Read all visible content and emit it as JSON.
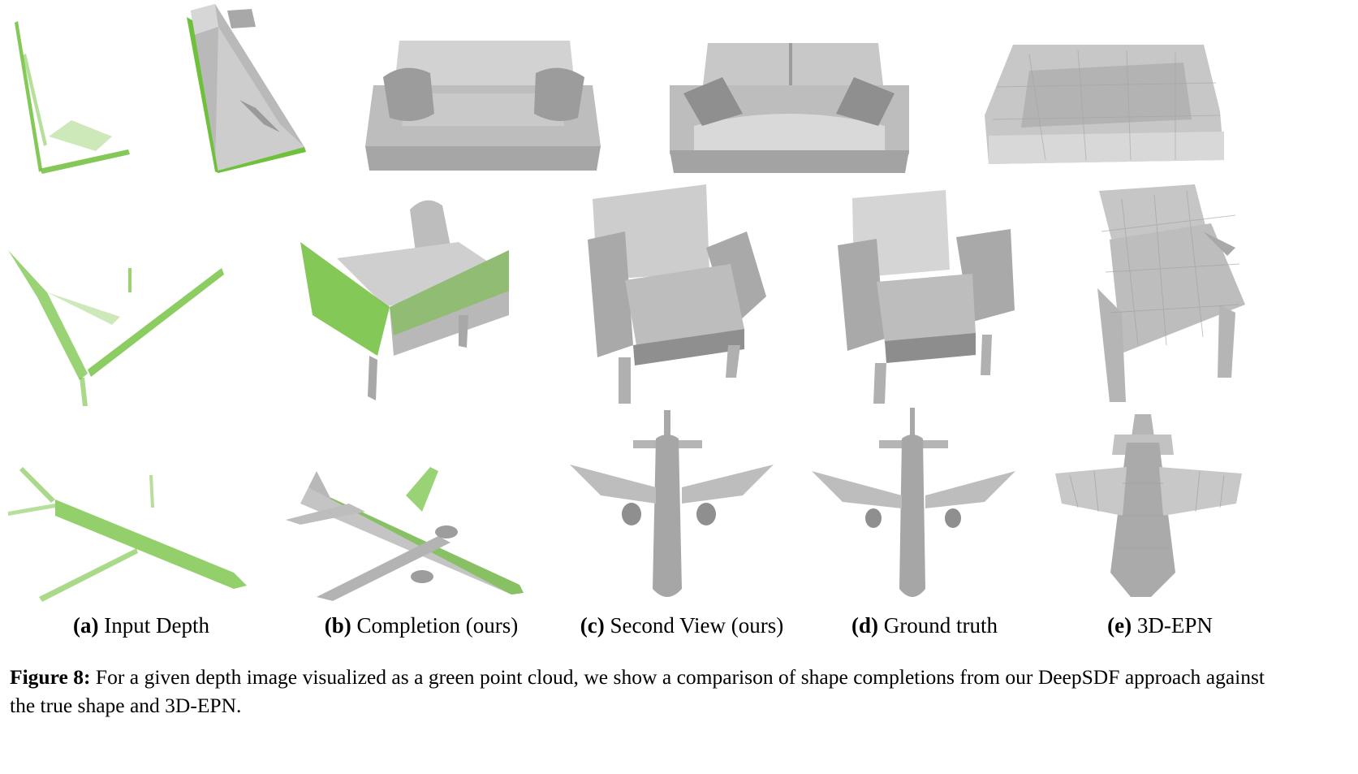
{
  "figure": {
    "subfigures": [
      {
        "letter": "(a)",
        "text": " Input Depth"
      },
      {
        "letter": "(b)",
        "text": " Completion (ours)"
      },
      {
        "letter": "(c)",
        "text": " Second View (ours)"
      },
      {
        "letter": "(d)",
        "text": " Ground truth"
      },
      {
        "letter": "(e)",
        "text": " 3D-EPN"
      }
    ],
    "caption": {
      "label": "Figure 8:",
      "text": " For a given depth image visualized as a green point cloud, we show a comparison of shape completions from our DeepSDF approach against the true shape and 3D-EPN."
    },
    "colors": {
      "point_cloud": "#6fc03a",
      "mesh_light": "#cfcfcf",
      "mesh_mid": "#a9a9a9",
      "mesh_dark": "#7c7c7c"
    }
  }
}
